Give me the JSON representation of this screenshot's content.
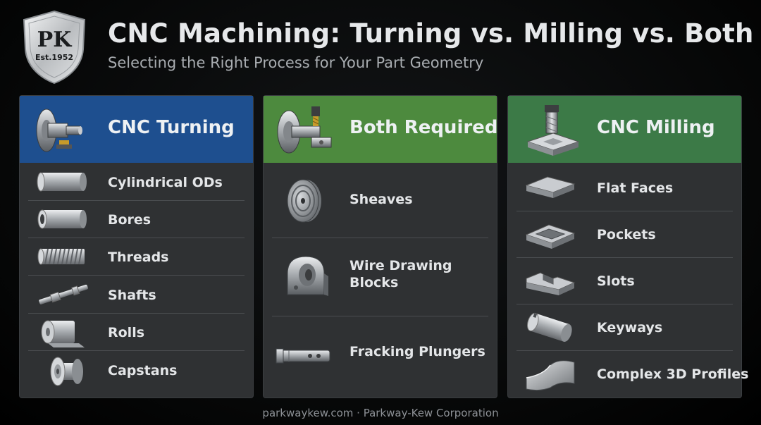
{
  "logo": {
    "initials": "PK",
    "tagline": "Est.1952"
  },
  "header": {
    "title": "CNC Machining: Turning vs. Milling vs. Both",
    "subtitle": "Selecting the Right Process for Your Part Geometry"
  },
  "columns": [
    {
      "title": "CNC Turning",
      "color": "#1e4f8f",
      "icon": "lathe-chuck-icon",
      "items": [
        {
          "label": "Cylindrical ODs",
          "icon": "cylinder-icon"
        },
        {
          "label": "Bores",
          "icon": "bore-tube-icon"
        },
        {
          "label": "Threads",
          "icon": "threaded-rod-icon"
        },
        {
          "label": "Shafts",
          "icon": "shaft-icon"
        },
        {
          "label": "Rolls",
          "icon": "roll-icon"
        },
        {
          "label": "Capstans",
          "icon": "capstan-icon"
        }
      ]
    },
    {
      "title": "Both Required",
      "color": "#4d8a3e",
      "icon": "mill-turn-icon",
      "items": [
        {
          "label": "Sheaves",
          "icon": "sheave-icon"
        },
        {
          "label": "Wire Drawing",
          "label2": "Blocks",
          "icon": "wire-drawing-block-icon"
        },
        {
          "label": "Fracking Plungers",
          "icon": "plunger-icon"
        }
      ]
    },
    {
      "title": "CNC Milling",
      "color": "#3c7a47",
      "icon": "end-mill-icon",
      "items": [
        {
          "label": "Flat Faces",
          "icon": "flat-block-icon"
        },
        {
          "label": "Pockets",
          "icon": "pocket-icon"
        },
        {
          "label": "Slots",
          "icon": "slot-icon"
        },
        {
          "label": "Keyways",
          "icon": "keyway-icon"
        },
        {
          "label": "Complex 3D Profiles",
          "icon": "contour-profile-icon"
        }
      ]
    }
  ],
  "footer": {
    "text": "parkwaykew.com · Parkway-Kew Corporation"
  }
}
